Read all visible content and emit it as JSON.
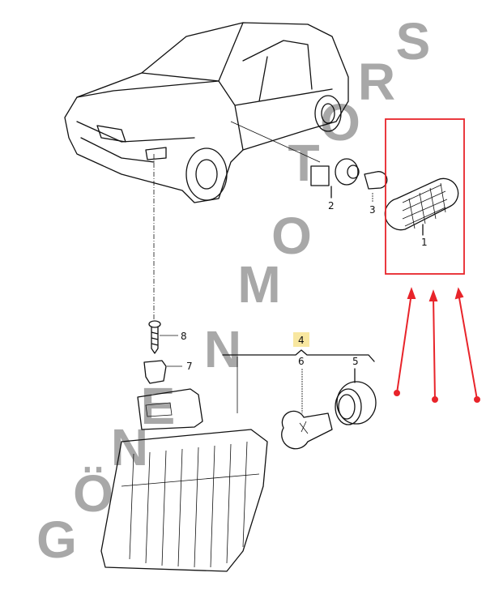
{
  "diagram": {
    "part_labels": [
      "1",
      "2",
      "3",
      "4",
      "5",
      "6",
      "7",
      "8"
    ],
    "highlighted_label": "4",
    "watermark": "GÖNEN MOTORS",
    "colors": {
      "highlight_box": "#e8242a",
      "arrows": "#e8242a",
      "label_highlight": "#f8e7a0",
      "watermark": "#9a9a9a"
    }
  }
}
